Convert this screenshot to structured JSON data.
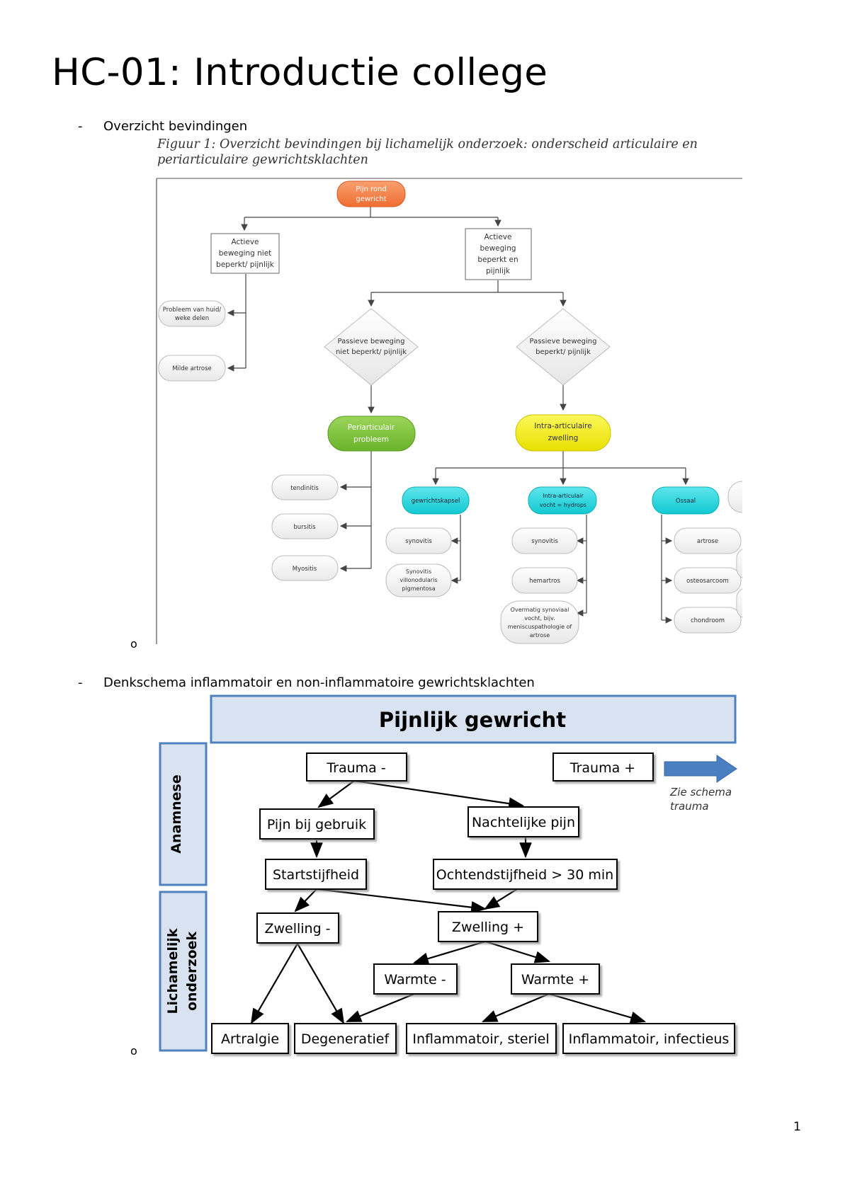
{
  "doc": {
    "title": "HC-01: Introductie college",
    "bullet_dash": "-",
    "sub_bullet": "o",
    "page_number": "1",
    "bullets": [
      "Overzicht bevindingen",
      "Denkschema inflammatoir en non-inflammatoire gewrichtsklachten"
    ]
  },
  "figure1": {
    "caption": "Figuur 1: Overzicht bevindingen bij lichamelijk onderzoek: onderscheid articulaire en periarticulaire gewrichtsklachten",
    "nodes": {
      "root": [
        "Pijn rond",
        "gewricht"
      ],
      "active_not_limited": [
        "Actieve",
        "beweging niet",
        "beperkt/ pijnlijk"
      ],
      "active_limited": [
        "Actieve",
        "beweging",
        "beperkt en",
        "pijnlijk"
      ],
      "skin_problem": [
        "Probleem van huid/",
        "weke delen"
      ],
      "mild_arthrosis": [
        "Milde artrose"
      ],
      "passive_not_limited": [
        "Passieve beweging",
        "niet beperkt/ pijnlijk"
      ],
      "passive_limited": [
        "Passieve beweging",
        "beperkt/ pijnlijk"
      ],
      "periarticular": [
        "Periarticulair",
        "probleem"
      ],
      "intraarticular": [
        "Intra-articulaire",
        "zwelling"
      ],
      "tendinitis": [
        "tendinitis"
      ],
      "bursitis": [
        "bursitis"
      ],
      "myositis": [
        "Myositis"
      ],
      "capsule": [
        "gewrichtskapsel"
      ],
      "fluid": [
        "Intra-articulair",
        "vocht = hydrops"
      ],
      "bone": [
        "Ossaal"
      ],
      "synovitis1": [
        "synovitis"
      ],
      "pvns": [
        "Synovitis",
        "villonodularis",
        "pigmentosa"
      ],
      "synovitis2": [
        "synovitis"
      ],
      "hemarthros": [
        "hemartros"
      ],
      "excess_fluid": [
        "Overmatig synoviaal",
        "vocht, bijv.",
        "meniscuspathologie of",
        "artrose"
      ],
      "artrose": [
        "artrose"
      ],
      "osteosarcoom": [
        "osteosarcoom"
      ],
      "chondroom": [
        "chondroom"
      ]
    },
    "colors": {
      "orange": "#f47b42",
      "green": "#7cc136",
      "yellow": "#f2ec00",
      "cyan": "#1fd4dc"
    }
  },
  "figure2": {
    "header": "Pijnlijk gewricht",
    "side_labels": [
      "Anamnese",
      "Lichamelijk onderzoek"
    ],
    "side_label_lines": [
      [
        "Anamnese"
      ],
      [
        "Lichamelijk",
        "onderzoek"
      ]
    ],
    "boxes": {
      "trauma_neg": "Trauma -",
      "trauma_pos": "Trauma +",
      "see_trauma": [
        "Zie schema",
        "trauma"
      ],
      "pain_use": "Pijn bij gebruik",
      "night_pain": "Nachtelijke pijn",
      "start_stiff": "Startstijfheid",
      "morning_stiff": "Ochtendstijfheid > 30 min",
      "swelling_neg": "Zwelling -",
      "swelling_pos": "Zwelling +",
      "warmth_neg": "Warmte -",
      "warmth_pos": "Warmte +",
      "arthralgia": "Artralgie",
      "degenerative": "Degeneratief",
      "inflam_sterile": "Inflammatoir, steriel",
      "inflam_infect": "Inflammatoir, infectieus"
    },
    "colors": {
      "header_fill": "#d9e2f0",
      "border_blue": "#4f81bd",
      "arrow_blue": "#4a7fc1"
    }
  }
}
